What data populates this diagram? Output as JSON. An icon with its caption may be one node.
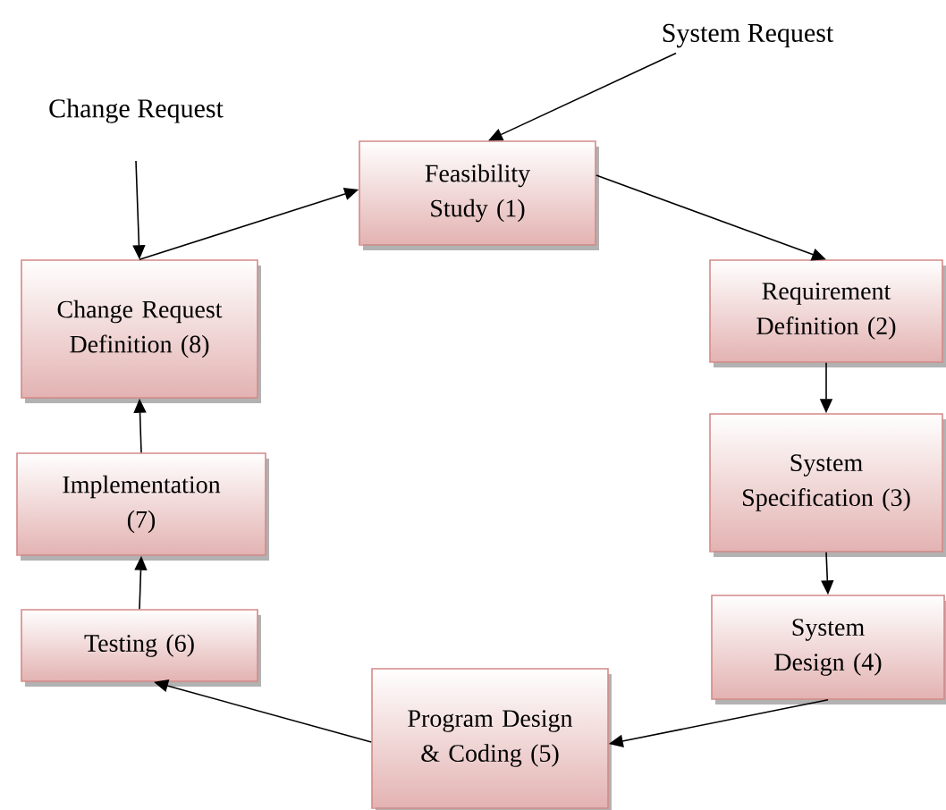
{
  "diagram": {
    "nodes": [
      {
        "text": [
          "System Request"
        ]
      },
      {
        "text": [
          "Change Request"
        ]
      },
      {
        "text": [
          "Feasibility Study (1)"
        ]
      },
      {
        "text": [
          "Requirement Definition (2)"
        ]
      },
      {
        "text": [
          "System Specification (3)"
        ]
      },
      {
        "text": [
          "System Design (4)"
        ]
      },
      {
        "text": [
          "Program Design & Coding (5)"
        ]
      },
      {
        "text": [
          "Testing (6)"
        ]
      },
      {
        "text": [
          "Implementation (7)"
        ]
      },
      {
        "text": [
          "Change Request Definition (8)"
        ]
      }
    ],
    "edges": [
      {
        "from": 0,
        "to": 2,
        "arrow": "to"
      },
      {
        "from": 1,
        "to": 9,
        "arrow": "to"
      },
      {
        "from": 9,
        "to": 2,
        "arrow": "to"
      },
      {
        "from": 2,
        "to": 3,
        "arrow": "to"
      },
      {
        "from": 3,
        "to": 4,
        "arrow": "to"
      },
      {
        "from": 4,
        "to": 5,
        "arrow": "to"
      },
      {
        "from": 5,
        "to": 6,
        "arrow": "to"
      },
      {
        "from": 6,
        "to": 7,
        "arrow": "to"
      },
      {
        "from": 7,
        "to": 8,
        "arrow": "to"
      },
      {
        "from": 8,
        "to": 9,
        "arrow": "to"
      }
    ]
  }
}
